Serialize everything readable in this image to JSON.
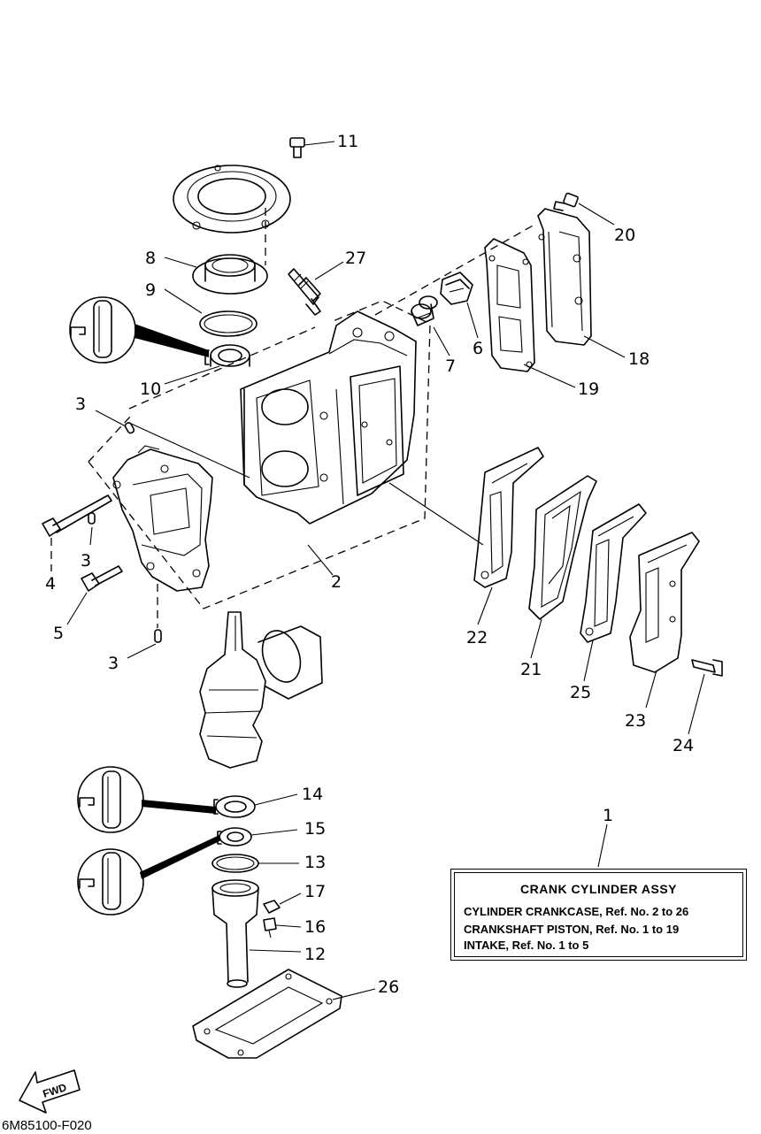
{
  "diagram": {
    "callouts": [
      "11",
      "20",
      "8",
      "27",
      "9",
      "6",
      "18",
      "10",
      "7",
      "19",
      "3",
      "3",
      "4",
      "2",
      "5",
      "22",
      "21",
      "3",
      "25",
      "23",
      "24",
      "14",
      "1",
      "15",
      "13",
      "17",
      "16",
      "12",
      "26"
    ],
    "fwd_label": "FWD",
    "drawing_code": "6M85100-F020"
  },
  "reference_box": {
    "title": "CRANK CYLINDER ASSY",
    "lines": [
      "CYLINDER CRANKCASE,   Ref. No. 2 to 26",
      "CRANKSHAFT PISTON, Ref. No. 1 to 19",
      "INTAKE,  Ref. No. 1 to 5"
    ]
  }
}
